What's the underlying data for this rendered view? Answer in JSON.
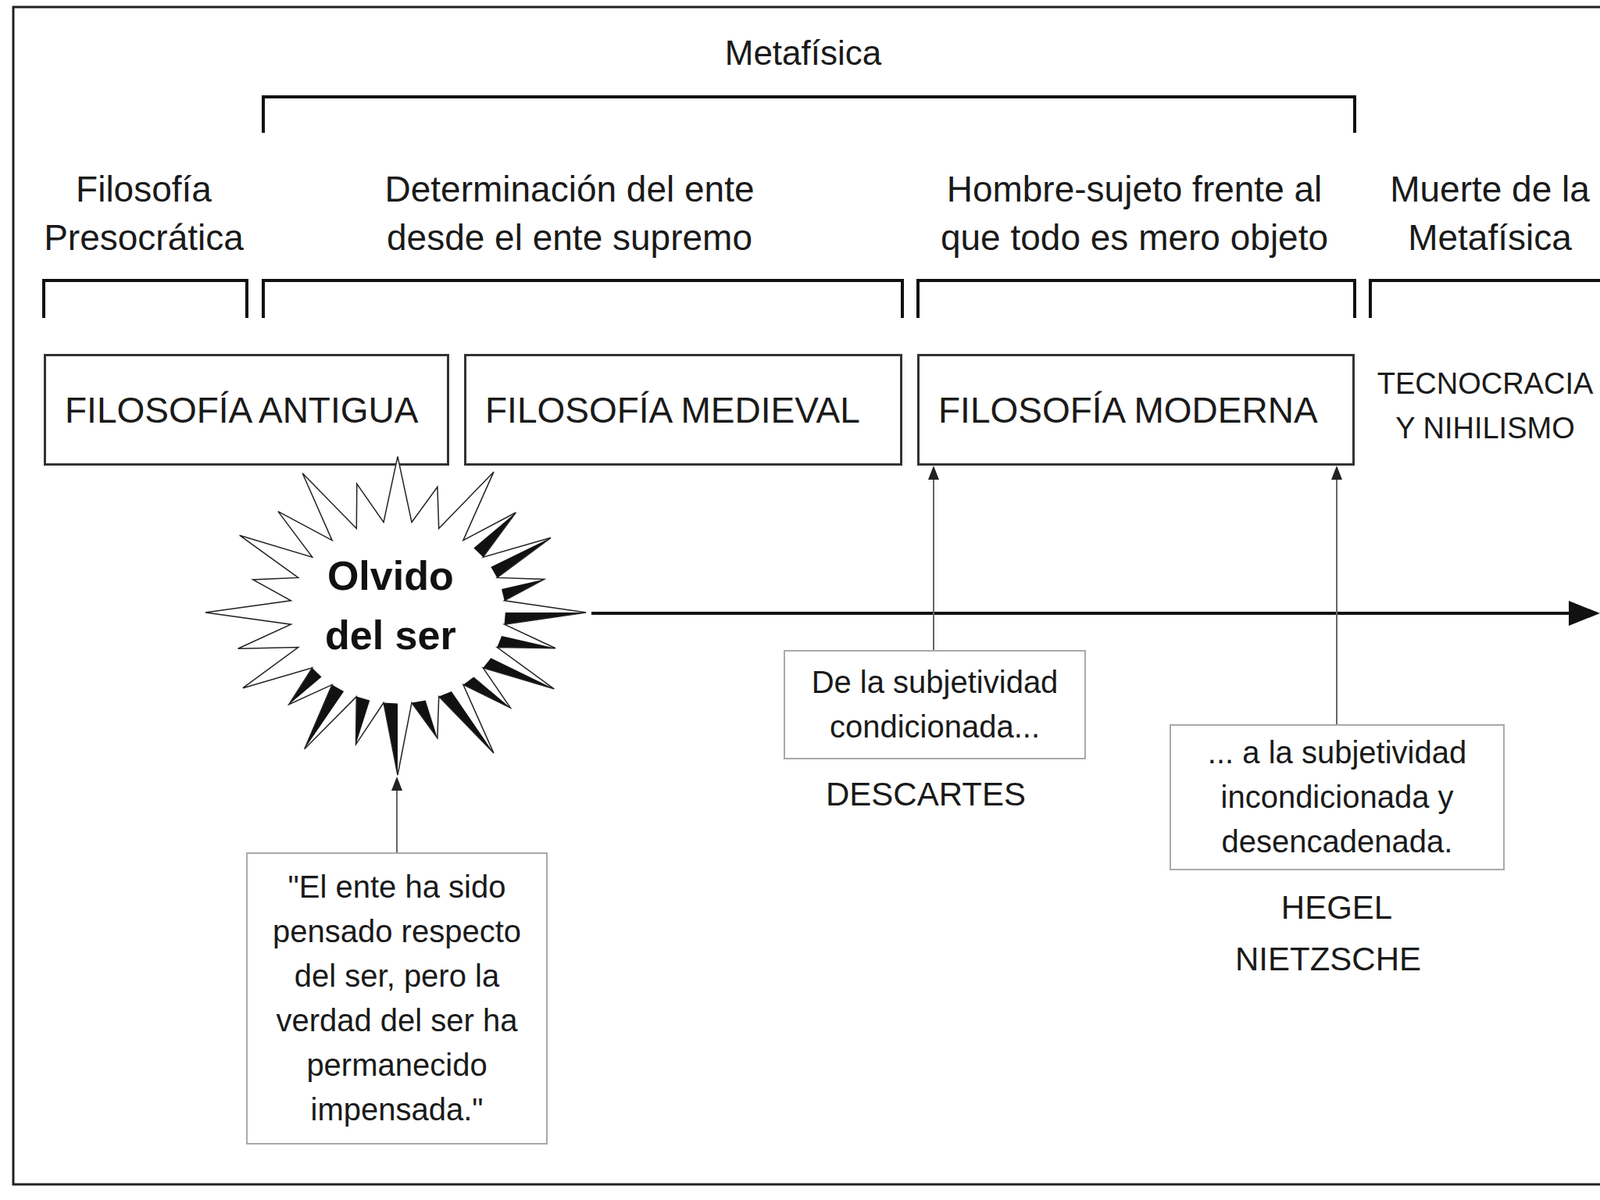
{
  "diagram": {
    "nodes": [
      {
        "text": [
          "FILOSOFÍA ANTIGUA"
        ]
      },
      {
        "text": [
          "FILOSOFÍA MEDIEVAL"
        ]
      },
      {
        "text": [
          "FILOSOFÍA MODERNA"
        ]
      },
      {
        "text": [
          "Olvido del ser"
        ]
      },
      {
        "text": [
          "De la subjetividad condicionada..."
        ]
      },
      {
        "text": [
          "... a la subjetividad incondicionada y desencadenada."
        ]
      },
      {
        "text": [
          "\"El ente ha sido pensado respecto del ser, pero la verdad del ser ha permanecido impensada.\""
        ]
      }
    ],
    "edges": [
      {
        "from": 4,
        "to": 2,
        "arrow": "to"
      },
      {
        "from": 5,
        "to": 2,
        "arrow": "to"
      },
      {
        "from": 6,
        "to": 3,
        "arrow": "to"
      }
    ],
    "labels": [
      "Metafísica",
      "Filosofía Presocrática",
      "Determinación del ente desde el ente supremo",
      "Hombre-sujeto frente al que todo es mero objeto",
      "Muerte de la Metafísica",
      "TECNOCRACIA Y NIHILISMO",
      "DESCARTES",
      "HEGEL",
      "NIETZSCHE"
    ]
  }
}
